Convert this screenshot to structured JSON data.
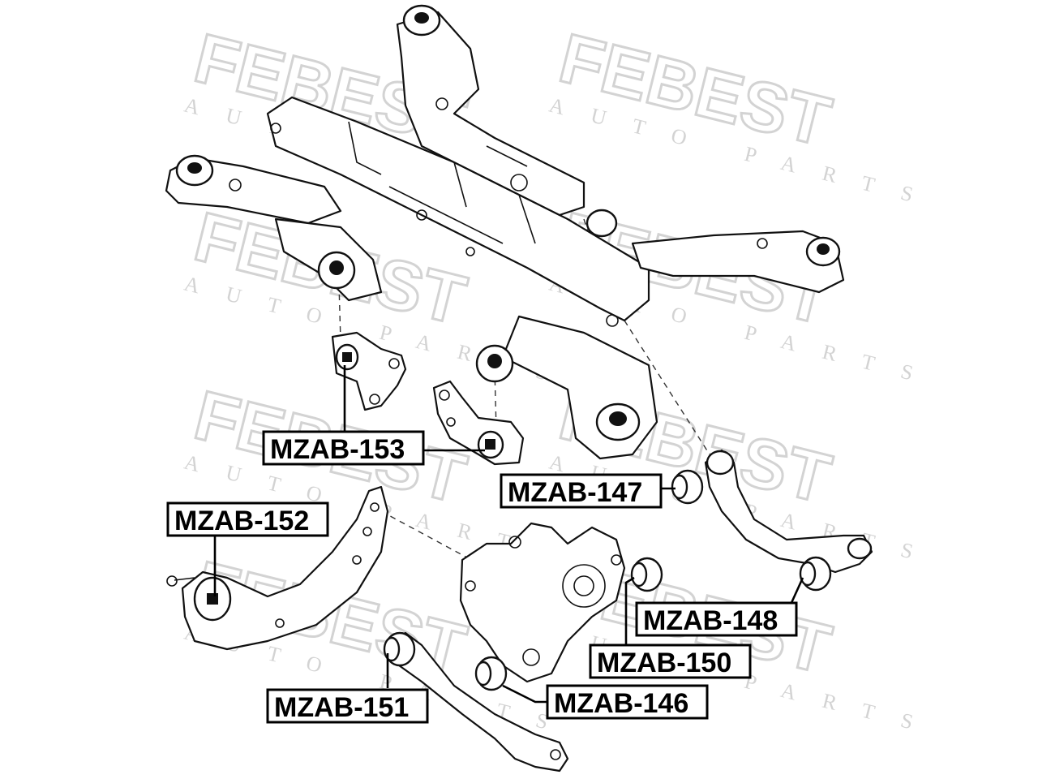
{
  "watermark": {
    "brand": "FEBEST",
    "tagline": "AUTO PARTS",
    "color": "#d9d9d9"
  },
  "labels": {
    "mzab153": "MZAB-153",
    "mzab147": "MZAB-147",
    "mzab152": "MZAB-152",
    "mzab148": "MZAB-148",
    "mzab150": "MZAB-150",
    "mzab151": "MZAB-151",
    "mzab146": "MZAB-146"
  },
  "colors": {
    "line": "#111111",
    "background": "#ffffff"
  }
}
